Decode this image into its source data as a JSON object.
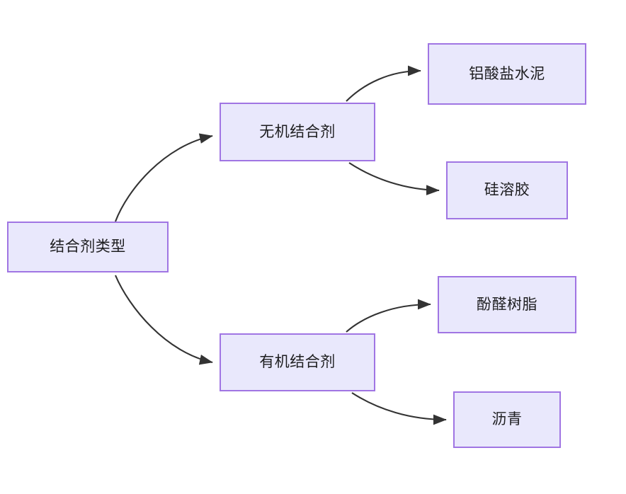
{
  "diagram": {
    "type": "flowchart",
    "orientation": "left-to-right",
    "background_color": "#ffffff",
    "node_fill_color": "#e9e8fc",
    "node_border_color": "#a075e3",
    "node_text_color": "#1d1d1f",
    "edge_color": "#333333",
    "title": "结合剂类型",
    "nodes": [
      {
        "id": "root",
        "label": "结合剂类型",
        "level": 0
      },
      {
        "id": "inorganic",
        "label": "无机结合剂",
        "level": 1
      },
      {
        "id": "organic",
        "label": "有机结合剂",
        "level": 1
      },
      {
        "id": "aluminate",
        "label": "铝酸盐水泥",
        "level": 2
      },
      {
        "id": "silicasol",
        "label": "硅溶胶",
        "level": 2
      },
      {
        "id": "phenolic",
        "label": "酚醛树脂",
        "level": 2
      },
      {
        "id": "asphalt",
        "label": "沥青",
        "level": 2
      }
    ],
    "edges": [
      {
        "from": "root",
        "to": "inorganic"
      },
      {
        "from": "root",
        "to": "organic"
      },
      {
        "from": "inorganic",
        "to": "aluminate"
      },
      {
        "from": "inorganic",
        "to": "silicasol"
      },
      {
        "from": "organic",
        "to": "phenolic"
      },
      {
        "from": "organic",
        "to": "asphalt"
      }
    ]
  }
}
